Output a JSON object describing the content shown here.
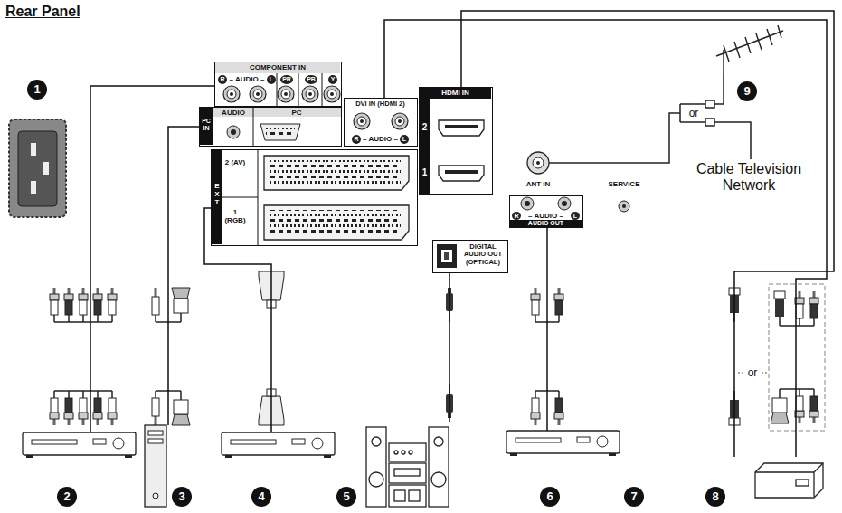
{
  "diagram": {
    "title": "Rear Panel",
    "nodes": [
      {
        "text": [
          "COMPONENT IN",
          "R",
          "– AUDIO –",
          "L",
          "PR",
          "PB",
          "Y"
        ]
      },
      {
        "text": [
          "PC IN",
          "AUDIO",
          "PC"
        ]
      },
      {
        "text": [
          "DVI IN (HDMI 2)",
          "R",
          "– AUDIO –",
          "L"
        ]
      },
      {
        "text": [
          "HDMI IN",
          "2",
          "1"
        ]
      },
      {
        "text": [
          "EXT",
          "2 (AV)",
          "1 (RGB)"
        ]
      },
      {
        "text": [
          "DIGITAL AUDIO OUT (OPTICAL)"
        ]
      },
      {
        "text": [
          "R",
          "– AUDIO –",
          "L",
          "AUDIO OUT"
        ]
      },
      {
        "text": [
          "1"
        ]
      },
      {
        "text": [
          "2"
        ]
      },
      {
        "text": [
          "3"
        ]
      },
      {
        "text": [
          "4"
        ]
      },
      {
        "text": [
          "5"
        ]
      },
      {
        "text": [
          "6"
        ]
      },
      {
        "text": [
          "8"
        ]
      }
    ],
    "edges": [
      {
        "from": 8,
        "to": 0,
        "arrow": "none"
      },
      {
        "from": 9,
        "to": 1,
        "arrow": "none"
      },
      {
        "from": 10,
        "to": 4,
        "arrow": "none"
      },
      {
        "from": 11,
        "to": 5,
        "arrow": "none"
      },
      {
        "from": 12,
        "to": 6,
        "arrow": "none"
      },
      {
        "from": 13,
        "to": 3,
        "arrow": "none"
      },
      {
        "from": 13,
        "to": 2,
        "arrow": "none"
      }
    ],
    "labels": [
      "ANT IN",
      "SERVICE",
      "7",
      "9",
      "or",
      "Cable Television Network",
      "or"
    ]
  }
}
